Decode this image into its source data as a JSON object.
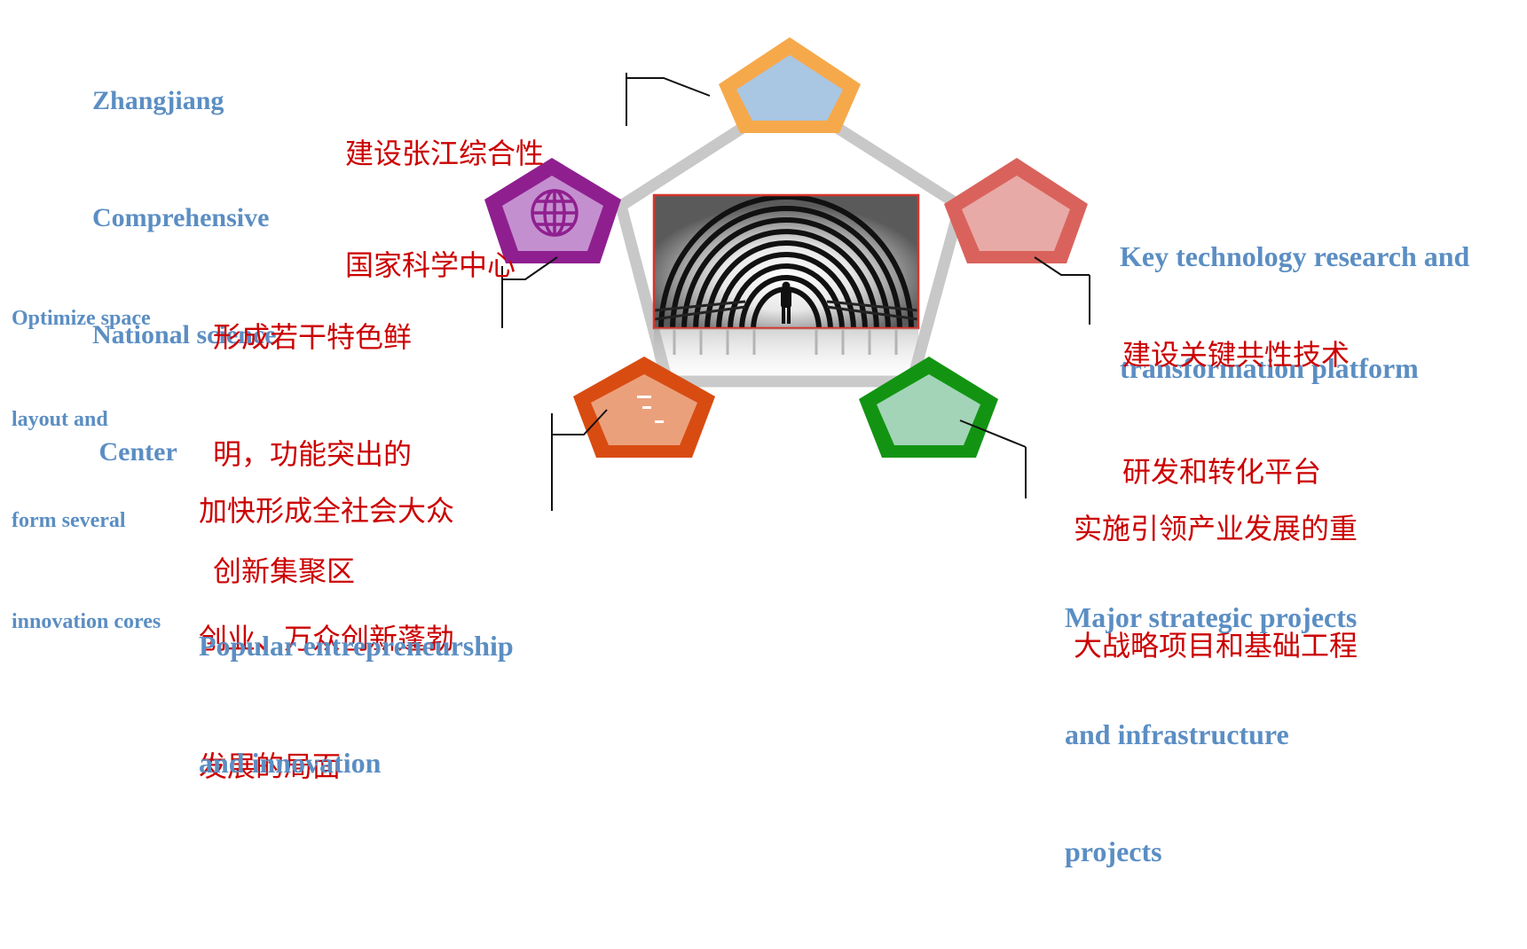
{
  "nodes": {
    "top": {
      "en_lines": [
        "Zhangjiang",
        "Comprehensive",
        "National science",
        " Center"
      ],
      "zh_lines": [
        "建设张江综合性",
        "国家科学中心"
      ]
    },
    "left": {
      "en_lines": [
        "Optimize space",
        "layout and",
        "form several",
        "innovation cores"
      ],
      "zh_lines": [
        "形成若干特色鲜",
        "明，功能突出的",
        "创新集聚区"
      ]
    },
    "right": {
      "en_lines": [
        "Key technology research and",
        "transformation platform"
      ],
      "zh_lines": [
        "建设关键共性技术",
        "研发和转化平台"
      ]
    },
    "bottom_left": {
      "en_lines": [
        "Popular entrepreneurship",
        "and innovation"
      ],
      "zh_lines": [
        "加快形成全社会大众",
        "创业、万众创新蓬勃",
        "发展的局面"
      ]
    },
    "bottom_right": {
      "en_lines": [
        "Major strategic projects",
        "and infrastructure",
        "projects"
      ],
      "zh_lines": [
        "实施引领产业发展的重",
        "大战略项目和基础工程"
      ]
    },
    "icons": {
      "top": "pentagon-orange",
      "left": "globe-icon",
      "right": "pentagon-red",
      "bottom_left": "chart-icon",
      "bottom_right": "pentagon-green",
      "center": "tunnel-image"
    }
  },
  "colors": {
    "en_text": "#5b8ec3",
    "zh_text": "#cc0000",
    "connector": "#c8c8c8",
    "top_outer": "#f6a94a",
    "top_inner": "#a9c6e3",
    "left_outer": "#8f1f8f",
    "left_inner": "#c48fcf",
    "right_outer": "#d9635c",
    "right_inner": "#e8aaa6",
    "bottom_left_outer": "#d84c12",
    "bottom_left_inner": "#eba07c",
    "bottom_right_outer": "#129412",
    "bottom_right_inner": "#a3d4b8",
    "frame": "#d9352b"
  }
}
